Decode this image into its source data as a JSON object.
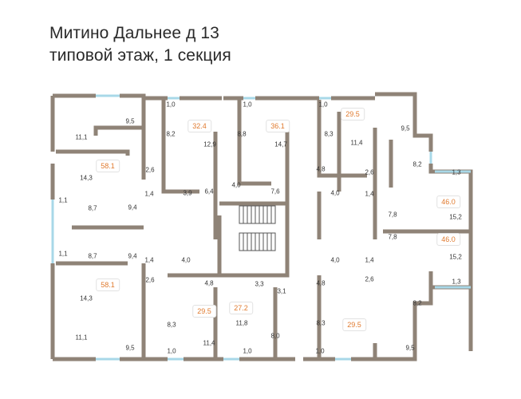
{
  "title": {
    "line1": "Митино Дальнее д 13",
    "line2": "типовой этаж, 1 секция"
  },
  "colors": {
    "wall": "#8f8377",
    "window": "#a8d8e8",
    "badge_text": "#e07a2e"
  },
  "apartments": [
    "32.4",
    "36.1",
    "29.5",
    "58.1",
    "46.0",
    "46.0",
    "58.1",
    "29.5",
    "27.2",
    "29.5"
  ],
  "rooms": [
    "9,5",
    "11,1",
    "8,2",
    "12,9",
    "8,8",
    "14,7",
    "8,3",
    "11,4",
    "9,5",
    "8,2",
    "1,3",
    "14,3",
    "2,6",
    "1,4",
    "3,9",
    "6,4",
    "4,0",
    "7,6",
    "4,8",
    "2,6",
    "4,0",
    "1,4",
    "7,8",
    "15,2",
    "1,0",
    "1,0",
    "1,0",
    "1,1",
    "8,7",
    "9,4",
    "7,8",
    "15,2",
    "1,1",
    "8,7",
    "9,4",
    "1,4",
    "4,0",
    "2,6",
    "4,8",
    "3,3",
    "3,1",
    "4,8",
    "4,0",
    "1,4",
    "2,6",
    "1,3",
    "8,2",
    "14,3",
    "8,3",
    "11,8",
    "8,0",
    "8,3",
    "11,1",
    "9,5",
    "11,4",
    "9,5",
    "1,0",
    "1,0",
    "1,0"
  ]
}
